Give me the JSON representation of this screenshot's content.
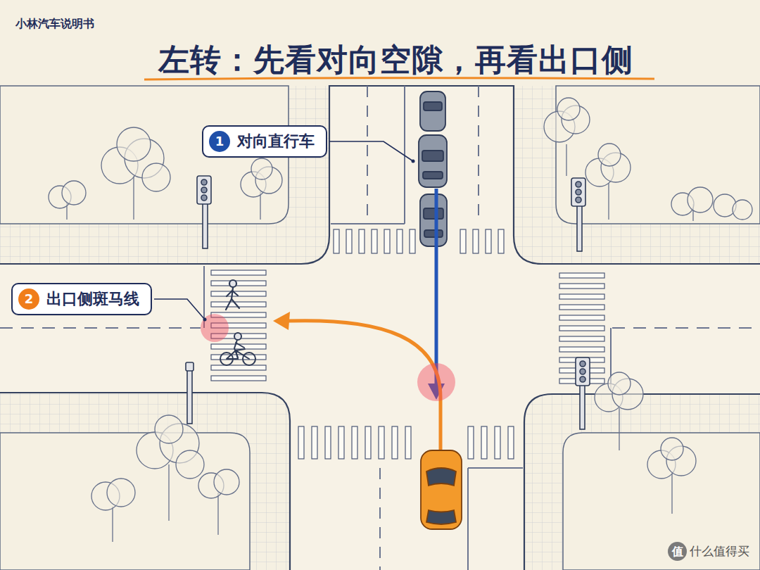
{
  "diagram": {
    "title": "左转：先看对向空隙，再看出口侧",
    "nodes": [
      {
        "text": [
          "1",
          "对向直行车"
        ]
      },
      {
        "text": [
          "2",
          "出口侧斑马线"
        ]
      }
    ],
    "labels": [
      "小林汽车说明书",
      "值",
      "什么值得买"
    ]
  }
}
